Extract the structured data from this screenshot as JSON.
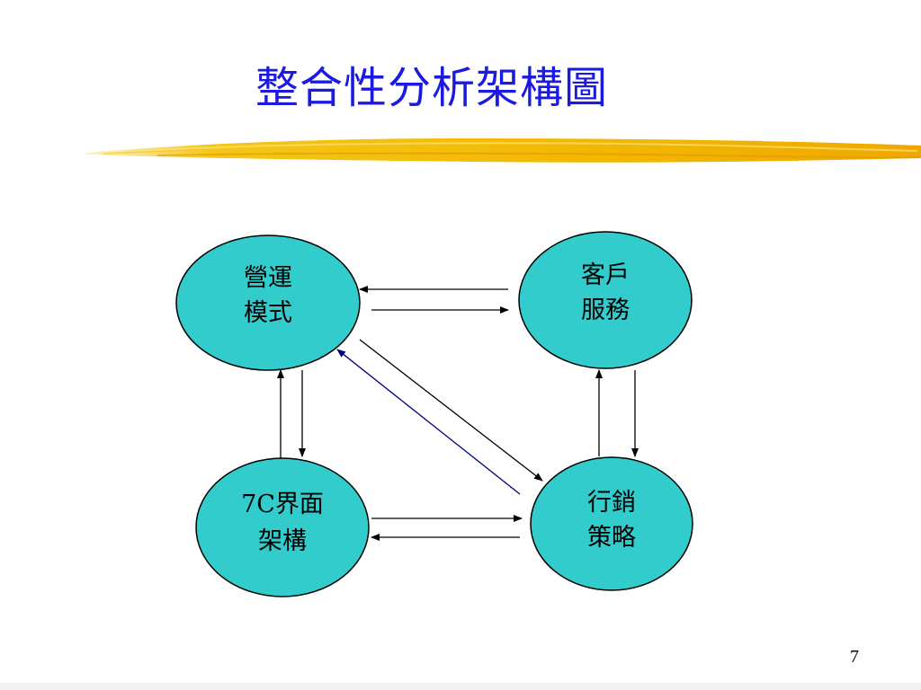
{
  "slide": {
    "title": "整合性分析架構圖",
    "page_number": "7"
  },
  "colors": {
    "title": "#1a1ae0",
    "node_fill": "#33cccc",
    "node_stroke": "#000000",
    "arrow_black": "#000000",
    "arrow_navy": "#000080",
    "brush_stroke": "#f2b800"
  },
  "nodes": [
    {
      "id": "operations",
      "line1": "營運",
      "line2": "模式"
    },
    {
      "id": "customer",
      "line1": "客戶",
      "line2": "服務"
    },
    {
      "id": "interface",
      "line1": "7C界面",
      "line2": "架構"
    },
    {
      "id": "marketing",
      "line1": "行銷",
      "line2": "策略"
    }
  ],
  "edges": [
    {
      "from": "customer",
      "to": "operations"
    },
    {
      "from": "operations",
      "to": "customer"
    },
    {
      "from": "operations",
      "to": "interface"
    },
    {
      "from": "interface",
      "to": "operations"
    },
    {
      "from": "marketing",
      "to": "customer"
    },
    {
      "from": "customer",
      "to": "marketing"
    },
    {
      "from": "interface",
      "to": "marketing"
    },
    {
      "from": "marketing",
      "to": "interface"
    },
    {
      "from": "operations",
      "to": "marketing"
    },
    {
      "from": "marketing",
      "to": "operations"
    }
  ]
}
